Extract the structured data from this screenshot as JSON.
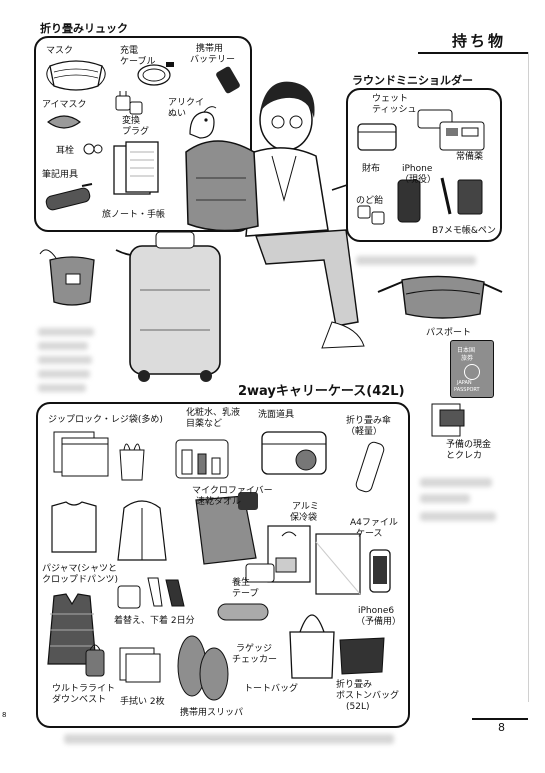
{
  "page": {
    "section_title": "持ち物",
    "page_number": "8",
    "footer_left": "8"
  },
  "backpack": {
    "heading": "折り畳みリュック",
    "items": {
      "mask": "マスク",
      "charger_cable_1": "充電",
      "charger_cable_2": "ケーブル",
      "battery_1": "携帯用",
      "battery_2": "バッテリー",
      "eye_mask": "アイマスク",
      "plug_1": "変換",
      "plug_2": "プラグ",
      "plush_1": "アリクイ",
      "plush_2": "ぬい",
      "earplug": "耳栓",
      "stationery": "筆記用具",
      "notebook": "旅ノート・手帳"
    }
  },
  "shoulder": {
    "heading": "ラウンドミニショルダー",
    "items": {
      "tissue_1": "ウェット",
      "tissue_2": "ティッシュ",
      "wallet": "財布",
      "iphone_1": "iPhone",
      "iphone_2": "（現役）",
      "medicine": "常備薬",
      "candy": "のど飴",
      "memo": "B7メモ帳&ペン"
    }
  },
  "waist": {
    "passport": "パスポート",
    "passport_cover_1": "日本国",
    "passport_cover_2": "旅券",
    "passport_cover_3": "JAPAN",
    "passport_cover_4": "PASSPORT",
    "cash_1": "予備の現金",
    "cash_2": "とクレカ"
  },
  "suitcase": {
    "heading": "2wayキャリーケース(42L)",
    "items": {
      "ziploc": "ジップロック・レジ袋(多め)",
      "cosmetics_1": "化粧水、乳液",
      "cosmetics_2": "目薬など",
      "toiletries": "洗面道具",
      "umbrella_1": "折り畳み傘",
      "umbrella_2": "（軽量）",
      "towel_1": "マイクロファイバー",
      "towel_2": "速乾タオル",
      "cooler_1": "アルミ",
      "cooler_2": "保冷袋",
      "a4_1": "A4ファイル",
      "a4_2": "ケース",
      "pajama_1": "パジャマ(シャツと",
      "pajama_2": "クロップドパンツ)",
      "tape_1": "養生",
      "tape_2": "テープ",
      "underwear": "着替え、下着 2日分",
      "iphone6_1": "iPhone6",
      "iphone6_2": "（予備用）",
      "scale_1": "ラゲッジ",
      "scale_2": "チェッカー",
      "down_1": "ウルトラライト",
      "down_2": "ダウンベスト",
      "handtowel": "手拭い 2枚",
      "slippers": "携帯用スリッパ",
      "totebag": "トートバッグ",
      "boston_1": "折り畳み",
      "boston_2": "ボストンバッグ",
      "boston_3": "(52L)"
    }
  },
  "colors": {
    "ink": "#111111",
    "paper": "#ffffff",
    "tone": "#9a9a9a"
  }
}
